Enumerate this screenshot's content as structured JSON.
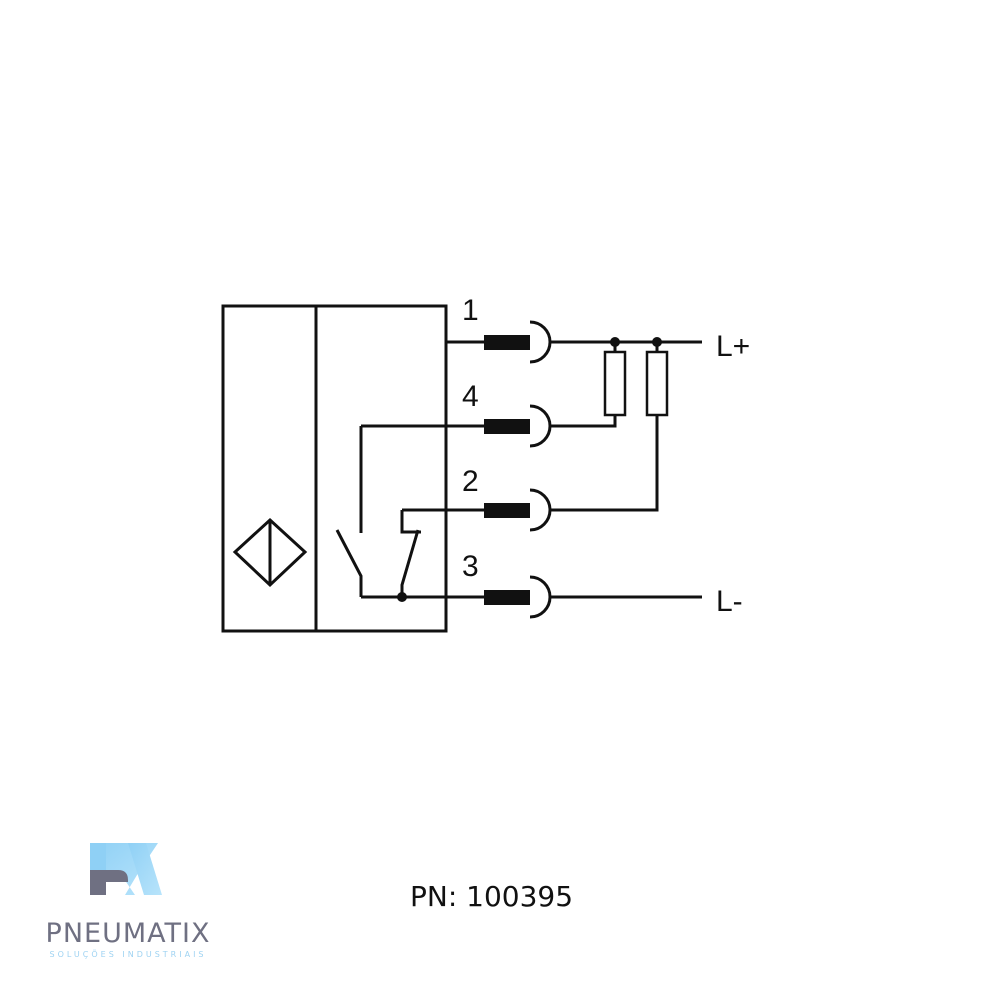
{
  "diagram": {
    "pins": [
      "1",
      "4",
      "2",
      "3"
    ],
    "supply_positive": "L+",
    "supply_negative": "L-"
  },
  "footer": {
    "part_number": "PN: 100395",
    "logo": {
      "name": "PNEUMATIX",
      "tagline": "SOLUÇÕES INDUSTRIAIS",
      "colors": {
        "primary": "#6f7082",
        "accent": "#8fd0f5"
      }
    }
  }
}
